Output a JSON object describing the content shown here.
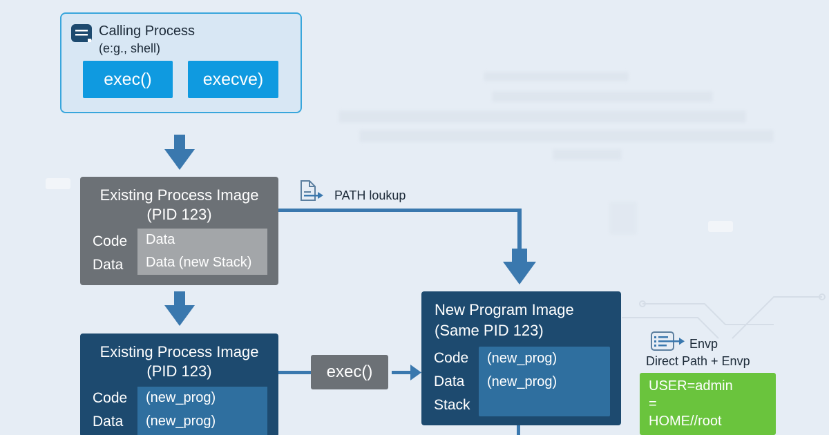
{
  "colors": {
    "background": "#e6edf5",
    "calling_box_fill": "#d8e7f4",
    "calling_box_border": "#39a6dc",
    "call_button": "#0f9ae0",
    "existing_image_gray": "#6c7176",
    "image_navy": "#1d4a6f",
    "inner_blue": "#2f6f9f",
    "arrow": "#3a78ae",
    "env_green": "#6ac43d"
  },
  "calling_process": {
    "icon": "terminal-window-icon",
    "title": "Calling Process",
    "subtitle": "(e:g., shell)",
    "buttons": [
      {
        "label": "exec()"
      },
      {
        "label": "execve)"
      }
    ]
  },
  "existing_image_before": {
    "title_line1": "Existing Process Image",
    "title_line2": "(PID 123)",
    "labels": [
      "Code",
      "Data"
    ],
    "values": [
      "Data",
      "Data (new Stack)"
    ]
  },
  "path_lookup": {
    "icon": "file-arrow-icon",
    "label": "PATH loukup"
  },
  "existing_image_after": {
    "title_line1": "Existing Process Image",
    "title_line2": "(PID 123)",
    "labels": [
      "Code",
      "Data"
    ],
    "values": [
      "(new_prog)",
      "(new_prog)"
    ]
  },
  "exec_connector": {
    "label": "exec()"
  },
  "new_program_image": {
    "title_line1": "New Program Image",
    "title_line2": "(Same PID 123)",
    "labels": [
      "Code",
      "Data",
      "Stack"
    ],
    "values": [
      "(new_prog)",
      "(new_prog)",
      ""
    ]
  },
  "envp": {
    "icon": "list-arrow-icon",
    "label": "Envp",
    "caption": "Direct Path + Envp",
    "lines": [
      "USER=admin",
      "=",
      "HOME//root"
    ]
  }
}
